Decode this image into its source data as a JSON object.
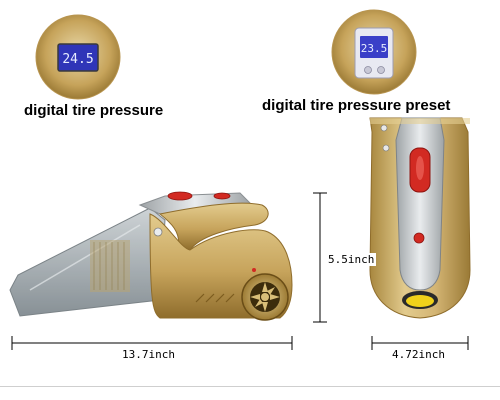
{
  "captions": {
    "left": "digital tire pressure",
    "right": "digital tire pressure preset"
  },
  "lcd": {
    "left_reading": "24.5",
    "right_reading": "23.5"
  },
  "dimensions": {
    "height": "5.5inch",
    "length": "13.7inch",
    "width": "4.72inch"
  },
  "colors": {
    "gold_body": "#c9a862",
    "red_button": "#d22a22",
    "lcd_blue": "#3a3fc8",
    "lcd_pale": "#dfe2f5",
    "clear_bin": "#9aa3a8"
  },
  "icons": {
    "left_detail": "pressure-gauge-lcd",
    "right_detail": "pressure-preset-lcd",
    "product_side": "car-vacuum-side-view",
    "product_top": "car-vacuum-top-view"
  }
}
